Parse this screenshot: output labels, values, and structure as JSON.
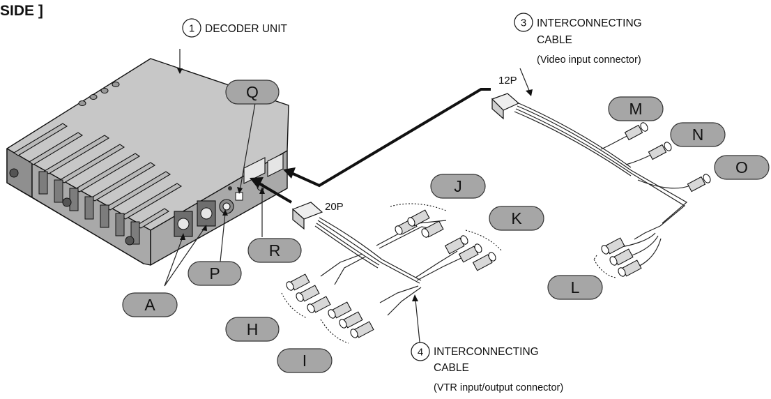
{
  "header": {
    "text": "SIDE ]"
  },
  "parts": [
    {
      "number": "1",
      "name": "DECODER UNIT",
      "subtitle": ""
    },
    {
      "number": "3",
      "name": "INTERCONNECTING",
      "name2": "CABLE",
      "subtitle": "(Video input connector)"
    },
    {
      "number": "4",
      "name": "INTERCONNECTING",
      "name2": "CABLE",
      "subtitle": "(VTR input/output connector)"
    }
  ],
  "connectors": {
    "pin12": "12P",
    "pin20": "20P"
  },
  "badges": [
    "A",
    "H",
    "I",
    "J",
    "K",
    "L",
    "M",
    "N",
    "O",
    "P",
    "Q",
    "R"
  ],
  "colors": {
    "badge_fill": "#a6a6a6",
    "unit_top": "#c7c7c7",
    "line": "#111111"
  }
}
